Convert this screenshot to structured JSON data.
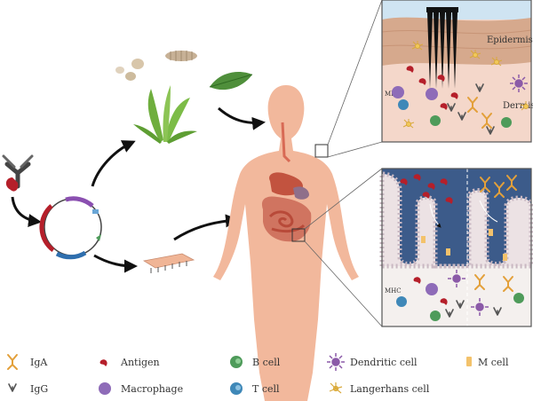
{
  "panels": {
    "skin": {
      "epidermis_label": "Epidermis",
      "dermis_label": "Dermis",
      "mhc_label": "MHC"
    },
    "gut": {
      "mhc_label": "MHC"
    }
  },
  "legend": {
    "iga": "IgA",
    "igg": "IgG",
    "antigen": "Antigen",
    "macrophage": "Macrophage",
    "b_cell": "B cell",
    "t_cell": "T cell",
    "dendritic_cell": "Dendritic cell",
    "langerhans_cell": "Langerhans cell",
    "m_cell": "M cell"
  },
  "colors": {
    "skin_body": "#f2b89c",
    "organ": "#c2533f",
    "plasmid_red": "#b51f2a",
    "plasmid_purple": "#8a4fb0",
    "plasmid_blue": "#2f6fae",
    "plant_green": "#6fae3e",
    "iga_orange": "#e3a03a",
    "igg_gray": "#555555",
    "bcell_green": "#4e9b5a",
    "tcell_blue": "#3f88b8",
    "macrophage_purple": "#8e6bb8",
    "dendritic_purple": "#8b5aa8",
    "mcell_yellow": "#f3c26b",
    "panel_border": "#555555",
    "gut_blue": "#3c5b8a"
  }
}
